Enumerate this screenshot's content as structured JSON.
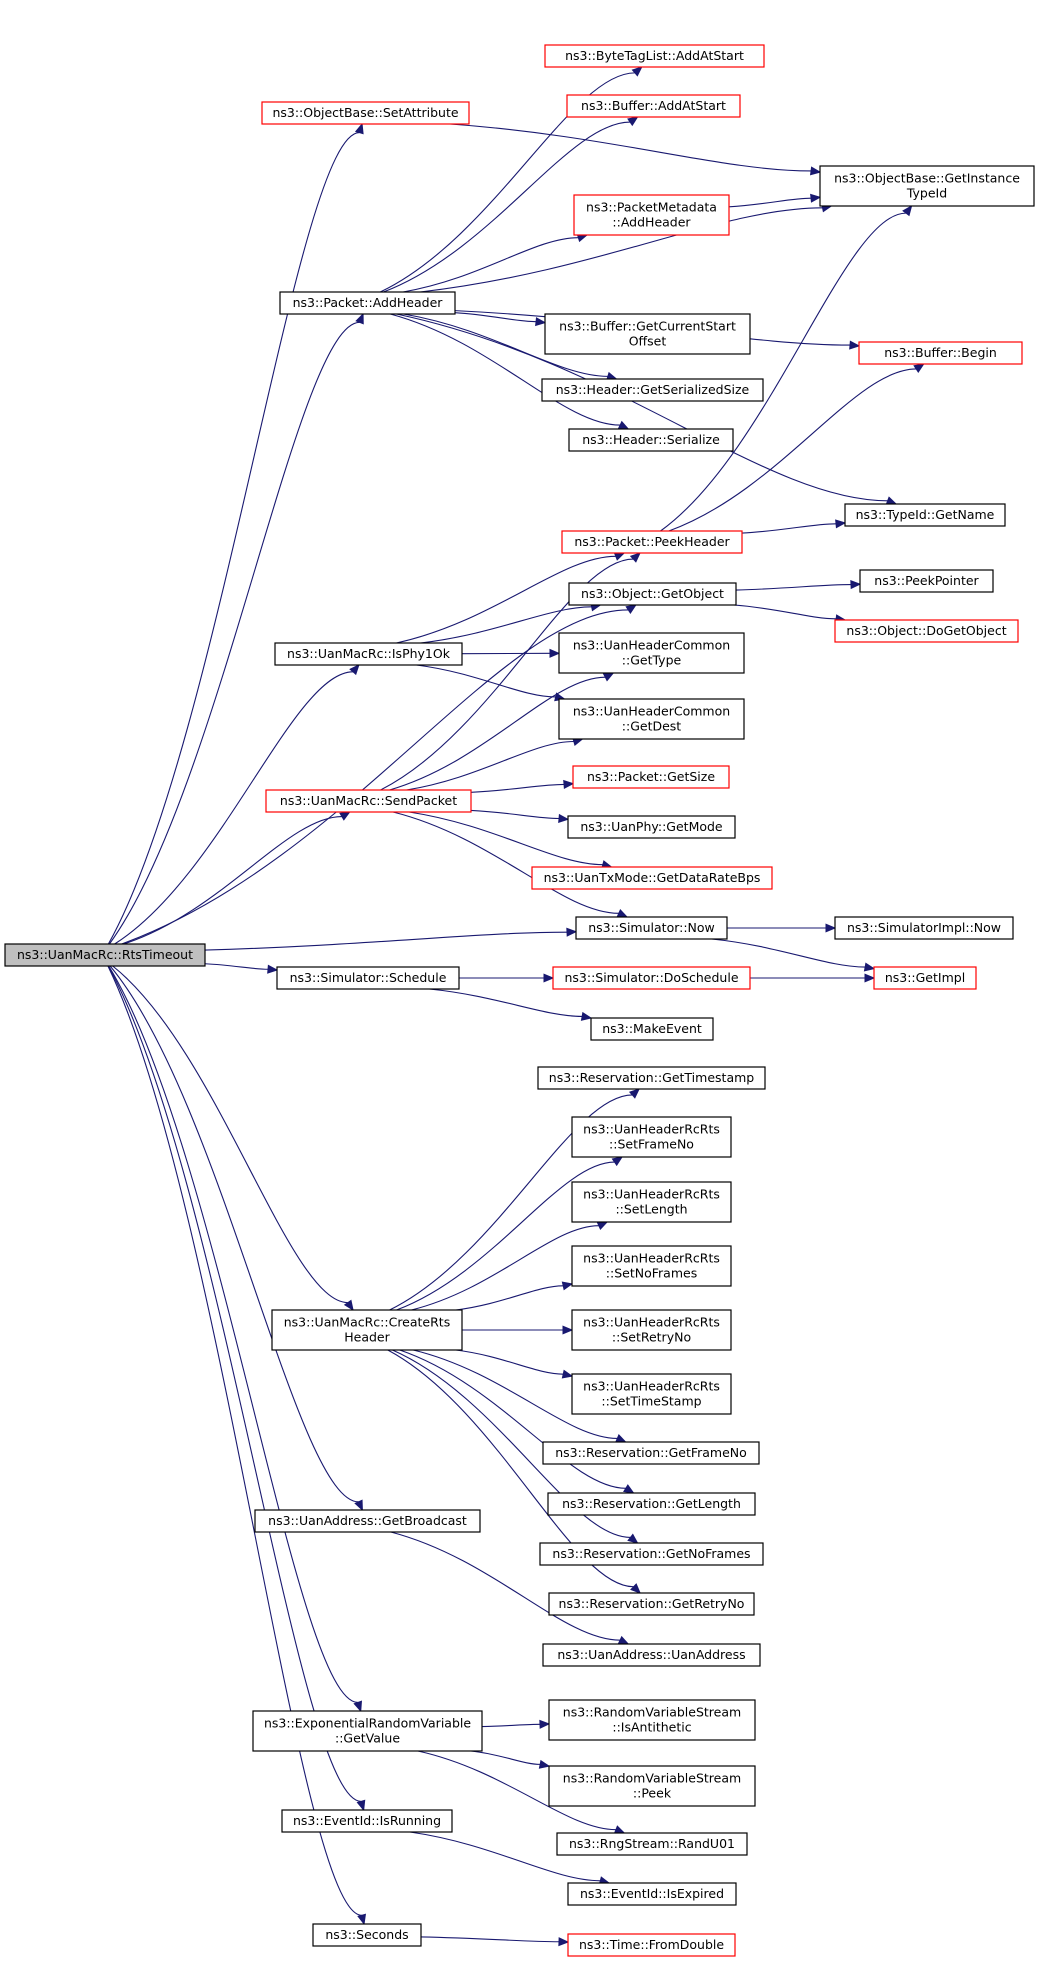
{
  "nodes": [
    {
      "id": "rtstimeout",
      "lines": [
        "ns3::UanMacRc::RtsTimeout"
      ],
      "style": "root"
    },
    {
      "id": "setattribute",
      "lines": [
        "ns3::ObjectBase::SetAttribute"
      ],
      "style": "red"
    },
    {
      "id": "bytetaglist_addatstart",
      "lines": [
        "ns3::ByteTagList::AddAtStart"
      ],
      "style": "red"
    },
    {
      "id": "buffer_addatstart",
      "lines": [
        "ns3::Buffer::AddAtStart"
      ],
      "style": "red"
    },
    {
      "id": "getinstancetypeid",
      "lines": [
        "ns3::ObjectBase::GetInstance",
        "TypeId"
      ],
      "style": "normal"
    },
    {
      "id": "packetmetadata_addheader",
      "lines": [
        "ns3::PacketMetadata",
        "::AddHeader"
      ],
      "style": "red"
    },
    {
      "id": "packet_addheader",
      "lines": [
        "ns3::Packet::AddHeader"
      ],
      "style": "normal"
    },
    {
      "id": "buffer_getcurrentstartoffset",
      "lines": [
        "ns3::Buffer::GetCurrentStart",
        "Offset"
      ],
      "style": "normal"
    },
    {
      "id": "buffer_begin",
      "lines": [
        "ns3::Buffer::Begin"
      ],
      "style": "red"
    },
    {
      "id": "header_getserializedsize",
      "lines": [
        "ns3::Header::GetSerializedSize"
      ],
      "style": "normal"
    },
    {
      "id": "header_serialize",
      "lines": [
        "ns3::Header::Serialize"
      ],
      "style": "normal"
    },
    {
      "id": "typeid_getname",
      "lines": [
        "ns3::TypeId::GetName"
      ],
      "style": "normal"
    },
    {
      "id": "packet_peekheader",
      "lines": [
        "ns3::Packet::PeekHeader"
      ],
      "style": "red"
    },
    {
      "id": "object_getobject",
      "lines": [
        "ns3::Object::GetObject"
      ],
      "style": "normal"
    },
    {
      "id": "peekpointer",
      "lines": [
        "ns3::PeekPointer"
      ],
      "style": "normal"
    },
    {
      "id": "object_dogetobject",
      "lines": [
        "ns3::Object::DoGetObject"
      ],
      "style": "red"
    },
    {
      "id": "isphy1ok",
      "lines": [
        "ns3::UanMacRc::IsPhy1Ok"
      ],
      "style": "normal"
    },
    {
      "id": "uanheadercommon_gettype",
      "lines": [
        "ns3::UanHeaderCommon",
        "::GetType"
      ],
      "style": "normal"
    },
    {
      "id": "uanheadercommon_getdest",
      "lines": [
        "ns3::UanHeaderCommon",
        "::GetDest"
      ],
      "style": "normal"
    },
    {
      "id": "sendpacket",
      "lines": [
        "ns3::UanMacRc::SendPacket"
      ],
      "style": "red"
    },
    {
      "id": "packet_getsize",
      "lines": [
        "ns3::Packet::GetSize"
      ],
      "style": "red"
    },
    {
      "id": "uanphy_getmode",
      "lines": [
        "ns3::UanPhy::GetMode"
      ],
      "style": "normal"
    },
    {
      "id": "uantxmode_getdataratebps",
      "lines": [
        "ns3::UanTxMode::GetDataRateBps"
      ],
      "style": "red"
    },
    {
      "id": "simulator_now",
      "lines": [
        "ns3::Simulator::Now"
      ],
      "style": "normal"
    },
    {
      "id": "simulatorimpl_now",
      "lines": [
        "ns3::SimulatorImpl::Now"
      ],
      "style": "normal"
    },
    {
      "id": "getimpl",
      "lines": [
        "ns3::GetImpl"
      ],
      "style": "red"
    },
    {
      "id": "simulator_schedule",
      "lines": [
        "ns3::Simulator::Schedule"
      ],
      "style": "normal"
    },
    {
      "id": "simulator_doschedule",
      "lines": [
        "ns3::Simulator::DoSchedule"
      ],
      "style": "red"
    },
    {
      "id": "makeevent",
      "lines": [
        "ns3::MakeEvent"
      ],
      "style": "normal"
    },
    {
      "id": "reservation_gettimestamp",
      "lines": [
        "ns3::Reservation::GetTimestamp"
      ],
      "style": "normal"
    },
    {
      "id": "rcrts_setframeno",
      "lines": [
        "ns3::UanHeaderRcRts",
        "::SetFrameNo"
      ],
      "style": "normal"
    },
    {
      "id": "rcrts_setlength",
      "lines": [
        "ns3::UanHeaderRcRts",
        "::SetLength"
      ],
      "style": "normal"
    },
    {
      "id": "rcrts_setnoframes",
      "lines": [
        "ns3::UanHeaderRcRts",
        "::SetNoFrames"
      ],
      "style": "normal"
    },
    {
      "id": "createrts",
      "lines": [
        "ns3::UanMacRc::CreateRts",
        "Header"
      ],
      "style": "normal"
    },
    {
      "id": "rcrts_setretryno",
      "lines": [
        "ns3::UanHeaderRcRts",
        "::SetRetryNo"
      ],
      "style": "normal"
    },
    {
      "id": "rcrts_settimestamp",
      "lines": [
        "ns3::UanHeaderRcRts",
        "::SetTimeStamp"
      ],
      "style": "normal"
    },
    {
      "id": "reservation_getframeno",
      "lines": [
        "ns3::Reservation::GetFrameNo"
      ],
      "style": "normal"
    },
    {
      "id": "reservation_getlength",
      "lines": [
        "ns3::Reservation::GetLength"
      ],
      "style": "normal"
    },
    {
      "id": "reservation_getnoframes",
      "lines": [
        "ns3::Reservation::GetNoFrames"
      ],
      "style": "normal"
    },
    {
      "id": "getbroadcast",
      "lines": [
        "ns3::UanAddress::GetBroadcast"
      ],
      "style": "normal"
    },
    {
      "id": "reservation_getretryno",
      "lines": [
        "ns3::Reservation::GetRetryNo"
      ],
      "style": "normal"
    },
    {
      "id": "uanaddress_ctor",
      "lines": [
        "ns3::UanAddress::UanAddress"
      ],
      "style": "normal"
    },
    {
      "id": "exprv_getvalue",
      "lines": [
        "ns3::ExponentialRandomVariable",
        "::GetValue"
      ],
      "style": "normal"
    },
    {
      "id": "rvs_isantithetic",
      "lines": [
        "ns3::RandomVariableStream",
        "::IsAntithetic"
      ],
      "style": "normal"
    },
    {
      "id": "rvs_peek",
      "lines": [
        "ns3::RandomVariableStream",
        "::Peek"
      ],
      "style": "normal"
    },
    {
      "id": "rngstream_randu01",
      "lines": [
        "ns3::RngStream::RandU01"
      ],
      "style": "normal"
    },
    {
      "id": "eventid_isrunning",
      "lines": [
        "ns3::EventId::IsRunning"
      ],
      "style": "normal"
    },
    {
      "id": "eventid_isexpired",
      "lines": [
        "ns3::EventId::IsExpired"
      ],
      "style": "normal"
    },
    {
      "id": "seconds",
      "lines": [
        "ns3::Seconds"
      ],
      "style": "normal"
    },
    {
      "id": "time_fromdouble",
      "lines": [
        "ns3::Time::FromDouble"
      ],
      "style": "red"
    }
  ],
  "edges": [
    [
      "rtstimeout",
      "setattribute"
    ],
    [
      "rtstimeout",
      "packet_addheader"
    ],
    [
      "rtstimeout",
      "object_getobject"
    ],
    [
      "rtstimeout",
      "isphy1ok"
    ],
    [
      "rtstimeout",
      "sendpacket"
    ],
    [
      "rtstimeout",
      "simulator_now"
    ],
    [
      "rtstimeout",
      "simulator_schedule"
    ],
    [
      "rtstimeout",
      "createrts"
    ],
    [
      "rtstimeout",
      "getbroadcast"
    ],
    [
      "rtstimeout",
      "exprv_getvalue"
    ],
    [
      "rtstimeout",
      "eventid_isrunning"
    ],
    [
      "rtstimeout",
      "seconds"
    ],
    [
      "setattribute",
      "getinstancetypeid"
    ],
    [
      "packet_addheader",
      "bytetaglist_addatstart"
    ],
    [
      "packet_addheader",
      "buffer_addatstart"
    ],
    [
      "packet_addheader",
      "getinstancetypeid"
    ],
    [
      "packet_addheader",
      "packetmetadata_addheader"
    ],
    [
      "packet_addheader",
      "buffer_begin"
    ],
    [
      "packet_addheader",
      "buffer_getcurrentstartoffset"
    ],
    [
      "packet_addheader",
      "header_getserializedsize"
    ],
    [
      "packet_addheader",
      "header_serialize"
    ],
    [
      "packet_addheader",
      "typeid_getname"
    ],
    [
      "packetmetadata_addheader",
      "getinstancetypeid"
    ],
    [
      "packet_peekheader",
      "getinstancetypeid"
    ],
    [
      "packet_peekheader",
      "buffer_begin"
    ],
    [
      "packet_peekheader",
      "typeid_getname"
    ],
    [
      "object_getobject",
      "peekpointer"
    ],
    [
      "object_getobject",
      "object_dogetobject"
    ],
    [
      "isphy1ok",
      "packet_peekheader"
    ],
    [
      "isphy1ok",
      "object_getobject"
    ],
    [
      "isphy1ok",
      "uanheadercommon_gettype"
    ],
    [
      "isphy1ok",
      "uanheadercommon_getdest"
    ],
    [
      "sendpacket",
      "packet_peekheader"
    ],
    [
      "sendpacket",
      "uanheadercommon_gettype"
    ],
    [
      "sendpacket",
      "uanheadercommon_getdest"
    ],
    [
      "sendpacket",
      "packet_getsize"
    ],
    [
      "sendpacket",
      "uanphy_getmode"
    ],
    [
      "sendpacket",
      "uantxmode_getdataratebps"
    ],
    [
      "sendpacket",
      "simulator_now"
    ],
    [
      "simulator_now",
      "simulatorimpl_now"
    ],
    [
      "simulator_now",
      "getimpl"
    ],
    [
      "simulator_schedule",
      "simulator_doschedule"
    ],
    [
      "simulator_schedule",
      "makeevent"
    ],
    [
      "simulator_doschedule",
      "getimpl"
    ],
    [
      "createrts",
      "reservation_gettimestamp"
    ],
    [
      "createrts",
      "rcrts_setframeno"
    ],
    [
      "createrts",
      "rcrts_setlength"
    ],
    [
      "createrts",
      "rcrts_setnoframes"
    ],
    [
      "createrts",
      "rcrts_setretryno"
    ],
    [
      "createrts",
      "rcrts_settimestamp"
    ],
    [
      "createrts",
      "reservation_getframeno"
    ],
    [
      "createrts",
      "reservation_getlength"
    ],
    [
      "createrts",
      "reservation_getnoframes"
    ],
    [
      "createrts",
      "reservation_getretryno"
    ],
    [
      "getbroadcast",
      "uanaddress_ctor"
    ],
    [
      "exprv_getvalue",
      "rvs_isantithetic"
    ],
    [
      "exprv_getvalue",
      "rvs_peek"
    ],
    [
      "exprv_getvalue",
      "rngstream_randu01"
    ],
    [
      "eventid_isrunning",
      "eventid_isexpired"
    ],
    [
      "seconds",
      "time_fromdouble"
    ]
  ],
  "colors": {
    "edge": "#191970",
    "red_border": "#ff0000",
    "root_fill": "#bfbfbf"
  }
}
